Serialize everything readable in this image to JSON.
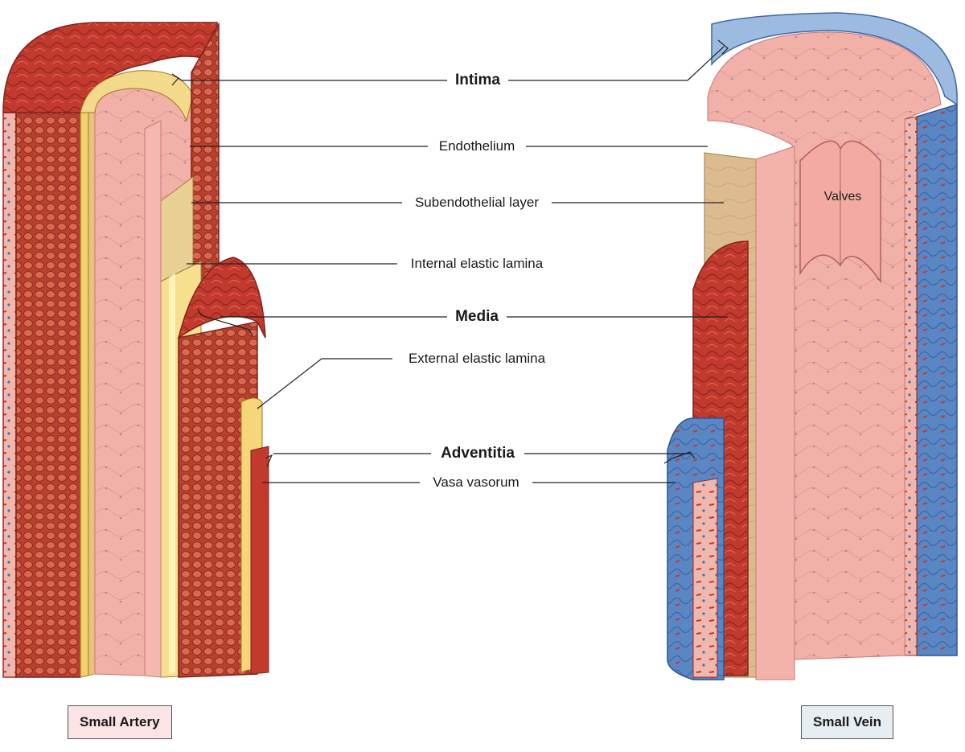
{
  "labels": {
    "intima": "Intima",
    "endothelium": "Endothelium",
    "subendothelial": "Subendothelial layer",
    "internal_elastic": "Internal elastic lamina",
    "media": "Media",
    "external_elastic": "External elastic lamina",
    "adventitia": "Adventitia",
    "vasa_vasorum": "Vasa vasorum",
    "valves": "Valves"
  },
  "captions": {
    "artery": "Small Artery",
    "vein": "Small Vein"
  },
  "colors": {
    "artery_red": "#c8332f",
    "media_red": "#b8322a",
    "intima_pink": "#f0a9a3",
    "elastic_yellow": "#f3d98a",
    "subendo_tan": "#d8b98a",
    "vein_blue": "#5b86c4",
    "vein_blue_light": "#9dbbe0"
  }
}
